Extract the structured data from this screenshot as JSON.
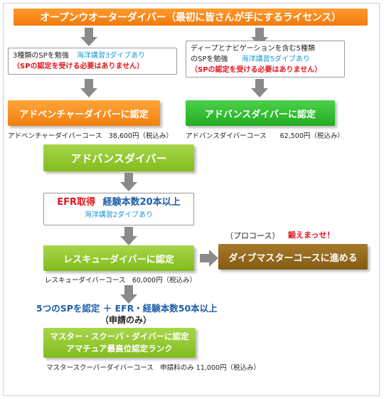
{
  "header": {
    "title": "オープンウオーターダイバー（最初に皆さんが手にするライセンス）"
  },
  "left_requirement": {
    "line1": "3種類のSPを勉強",
    "sea": "海洋講習3ダイブあり",
    "note": "（SPの認定を受ける必要はありません）"
  },
  "right_requirement": {
    "line1": "ディープとナビゲーションを含む5種類",
    "line2": "のSPを勉強",
    "sea": "海洋講習5ダイブあり",
    "note": "（SPの認定を受ける必要はありません）"
  },
  "adventure": {
    "title": "アドベンチャーダイバーに認定",
    "price": "アドベンチャーダイバーコース　38,600円（税込み）"
  },
  "advanced_cert": {
    "title": "アドバンスダイバーに認定",
    "price": "アドバンスダイバーコース　　62,500円（税込み）"
  },
  "advanced": {
    "title": "アドバンスダイバー"
  },
  "efr": {
    "efr": "EFR取得",
    "dives": "経験本数20本以上",
    "sea": "海洋講習2ダイブあり"
  },
  "rescue": {
    "title": "レスキューダイバーに認定",
    "price": "レスキューダイバーコース　60,000円（税込み）"
  },
  "pro": {
    "label": "（プロコース）",
    "slogan": "鍛えまっせ！",
    "title": "ダイブマスターコースに進める"
  },
  "master_req": {
    "line1": "5つのSPを認定 ＋ EFR・経験本数50本以上",
    "line2": "（申請のみ）"
  },
  "master": {
    "title1": "マスター・スクーバ・ダイバーに認定",
    "title2": "アマチュア最高位認定ランク",
    "price": "マスタースクーバーダイバーコース　申請料のみ 11,000円（税込み）"
  },
  "colors": {
    "orange": "#f2810f",
    "green": "#21ad21",
    "light_green": "#82bc1e",
    "brown": "#855a14",
    "blue_text": "#1b9ad6",
    "red_text": "#e3161d",
    "arrow": "#8a8a8a"
  }
}
